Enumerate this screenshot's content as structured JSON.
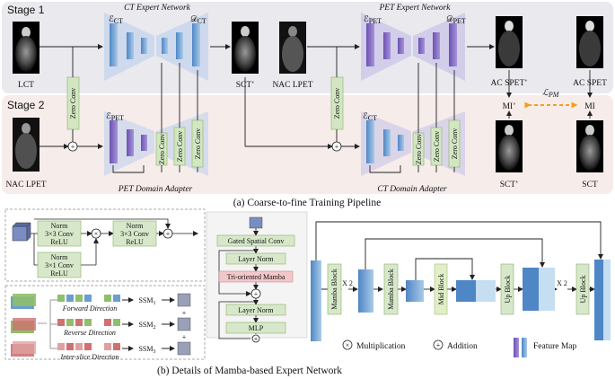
{
  "stage1": {
    "label": "Stage 1",
    "color": "#e9e9ee"
  },
  "stage2": {
    "label": "Stage 2",
    "color": "#f6ecea"
  },
  "images": {
    "lct": "LCT",
    "sct_prime_1": "SCT’",
    "nac_lpet_1": "NAC LPET",
    "nac_lpet_2": "NAC LPET",
    "ac_spet_prime": "AC SPET’",
    "ac_spet": "AC SPET",
    "sct_prime_2": "SCT’",
    "sct": "SCT"
  },
  "networks": {
    "ct_expert": "CT Expert Network",
    "pet_expert": "PET Expert Network",
    "pet_domain_adapter": "PET Domain Adapter",
    "ct_domain_adapter": "CT Domain Adapter",
    "e_ct": "ℰ",
    "e_ct_sub": "CT",
    "d_ct": "𝒟",
    "d_ct_sub": "CT",
    "e_pet": "ℰ",
    "e_pet_sub": "PET",
    "d_pet": "𝒟",
    "d_pet_sub": "PET",
    "e_pet2": "ℰ",
    "e_pet2_sub": "PET",
    "e_ct2": "ℰ",
    "e_ct2_sub": "CT"
  },
  "zero_conv": "Zero Conv",
  "mi": {
    "mi_prime": "MI’",
    "mi": "MI",
    "loss": "ℒ",
    "loss_sub": "PM"
  },
  "captions": {
    "a": "(a) Coarse-to-fine Training Pipeline",
    "b": "(b) Details of Mamba-based Expert Network"
  },
  "gated_block": {
    "norm": "Norm",
    "conv3": "3×3 Conv",
    "relu": "ReLU",
    "conv1": "3×1 Conv"
  },
  "ssm": {
    "forward": "Forward Direction",
    "reverse": "Reverse Direction",
    "inter": "Inter-slice Direction",
    "ssm1": "SSM",
    "ssm1_sub": "1",
    "ssm2": "SSM",
    "ssm2_sub": "2",
    "ssm3": "SSM",
    "ssm3_sub": "3"
  },
  "mamba_block": {
    "gated": "Gated Spatial Conv",
    "layer_norm_1": "Layer Norm",
    "tri": "Tri-oriented Mamba",
    "layer_norm_2": "Layer Norm",
    "mlp": "MLP"
  },
  "unet": {
    "mamba1": "Mamba Block",
    "mamba2": "Mamba Block",
    "mid": "Mid Block",
    "up1": "Up Block",
    "up2": "Up Block",
    "x2a": "X 2",
    "x2b": "X 2"
  },
  "legend": {
    "multiplication": "Multiplication",
    "addition": "Addition",
    "feature_map": "Feature Map"
  }
}
